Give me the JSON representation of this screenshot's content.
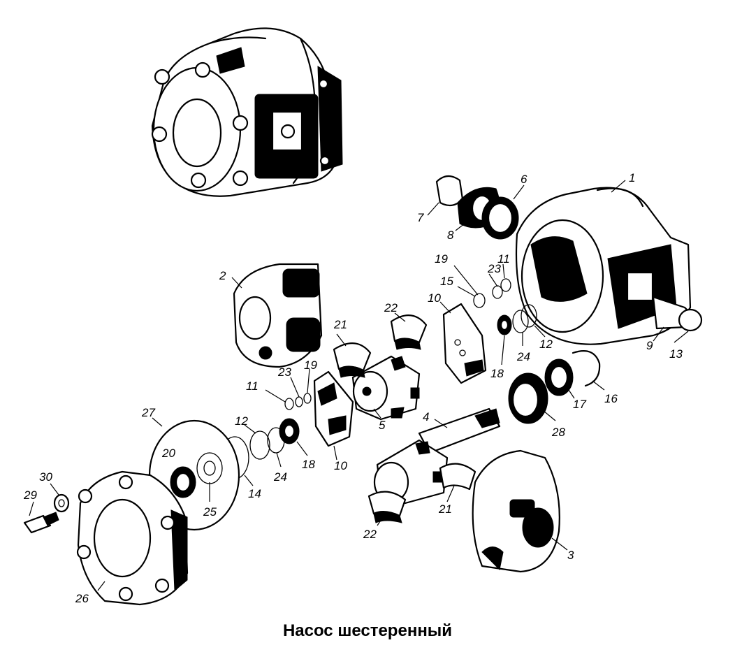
{
  "caption": "Насос шестеренный",
  "callouts": [
    {
      "id": "1",
      "text": "1"
    },
    {
      "id": "2",
      "text": "2"
    },
    {
      "id": "3",
      "text": "3"
    },
    {
      "id": "4",
      "text": "4"
    },
    {
      "id": "5",
      "text": "5"
    },
    {
      "id": "6",
      "text": "6"
    },
    {
      "id": "7",
      "text": "7"
    },
    {
      "id": "8",
      "text": "8"
    },
    {
      "id": "9",
      "text": "9"
    },
    {
      "id": "10a",
      "text": "10"
    },
    {
      "id": "10b",
      "text": "10"
    },
    {
      "id": "11a",
      "text": "11"
    },
    {
      "id": "11b",
      "text": "11"
    },
    {
      "id": "12a",
      "text": "12"
    },
    {
      "id": "12b",
      "text": "12"
    },
    {
      "id": "13",
      "text": "13"
    },
    {
      "id": "14",
      "text": "14"
    },
    {
      "id": "15",
      "text": "15"
    },
    {
      "id": "16",
      "text": "16"
    },
    {
      "id": "17",
      "text": "17"
    },
    {
      "id": "18a",
      "text": "18"
    },
    {
      "id": "18b",
      "text": "18"
    },
    {
      "id": "19a",
      "text": "19"
    },
    {
      "id": "19b",
      "text": "19"
    },
    {
      "id": "20",
      "text": "20"
    },
    {
      "id": "21a",
      "text": "21"
    },
    {
      "id": "21b",
      "text": "21"
    },
    {
      "id": "22a",
      "text": "22"
    },
    {
      "id": "22b",
      "text": "22"
    },
    {
      "id": "23a",
      "text": "23"
    },
    {
      "id": "23b",
      "text": "23"
    },
    {
      "id": "24a",
      "text": "24"
    },
    {
      "id": "24b",
      "text": "24"
    },
    {
      "id": "25",
      "text": "25"
    },
    {
      "id": "26",
      "text": "26"
    },
    {
      "id": "27",
      "text": "27"
    },
    {
      "id": "28",
      "text": "28"
    },
    {
      "id": "29",
      "text": "29"
    },
    {
      "id": "30",
      "text": "30"
    }
  ]
}
